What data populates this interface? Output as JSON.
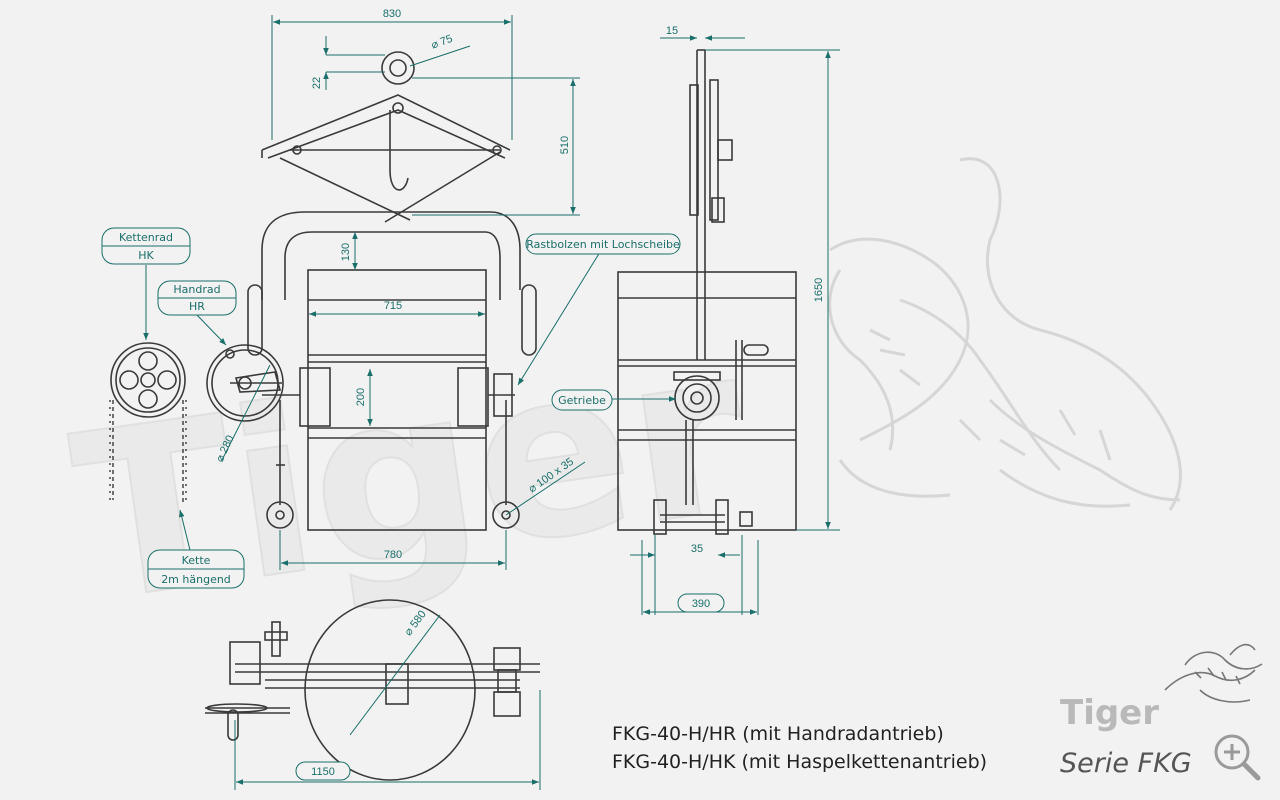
{
  "dimensions": {
    "d830": "830",
    "d15": "15",
    "d22": "22",
    "d75": "⌀ 75",
    "d510": "510",
    "d130": "130",
    "d715": "715",
    "d200": "200",
    "d280": "⌀ 280",
    "d100x35": "⌀ 100 x 35",
    "d780": "780",
    "d1650": "1650",
    "d35": "35",
    "d390": "390",
    "d580": "⌀ 580",
    "d1150": "1150"
  },
  "callouts": {
    "kettenrad_line1": "Kettenrad",
    "kettenrad_line2": "HK",
    "handrad_line1": "Handrad",
    "handrad_line2": "HR",
    "rastbolzen": "Rastbolzen mit Lochscheibe",
    "getriebe": "Getriebe",
    "kette_line1": "Kette",
    "kette_line2": "2m hängend"
  },
  "captions": {
    "line1": "FKG-40-H/HR (mit Handradantrieb)",
    "line2": "FKG-40-H/HK (mit Haspelkettenantrieb)"
  },
  "logo": {
    "brand": "Tiger",
    "series": "Serie FKG"
  },
  "colors": {
    "background": "#f2f2f2",
    "line": "#3a3a3a",
    "dimension": "#1a6f6a",
    "watermark": "#d8d8d8"
  }
}
